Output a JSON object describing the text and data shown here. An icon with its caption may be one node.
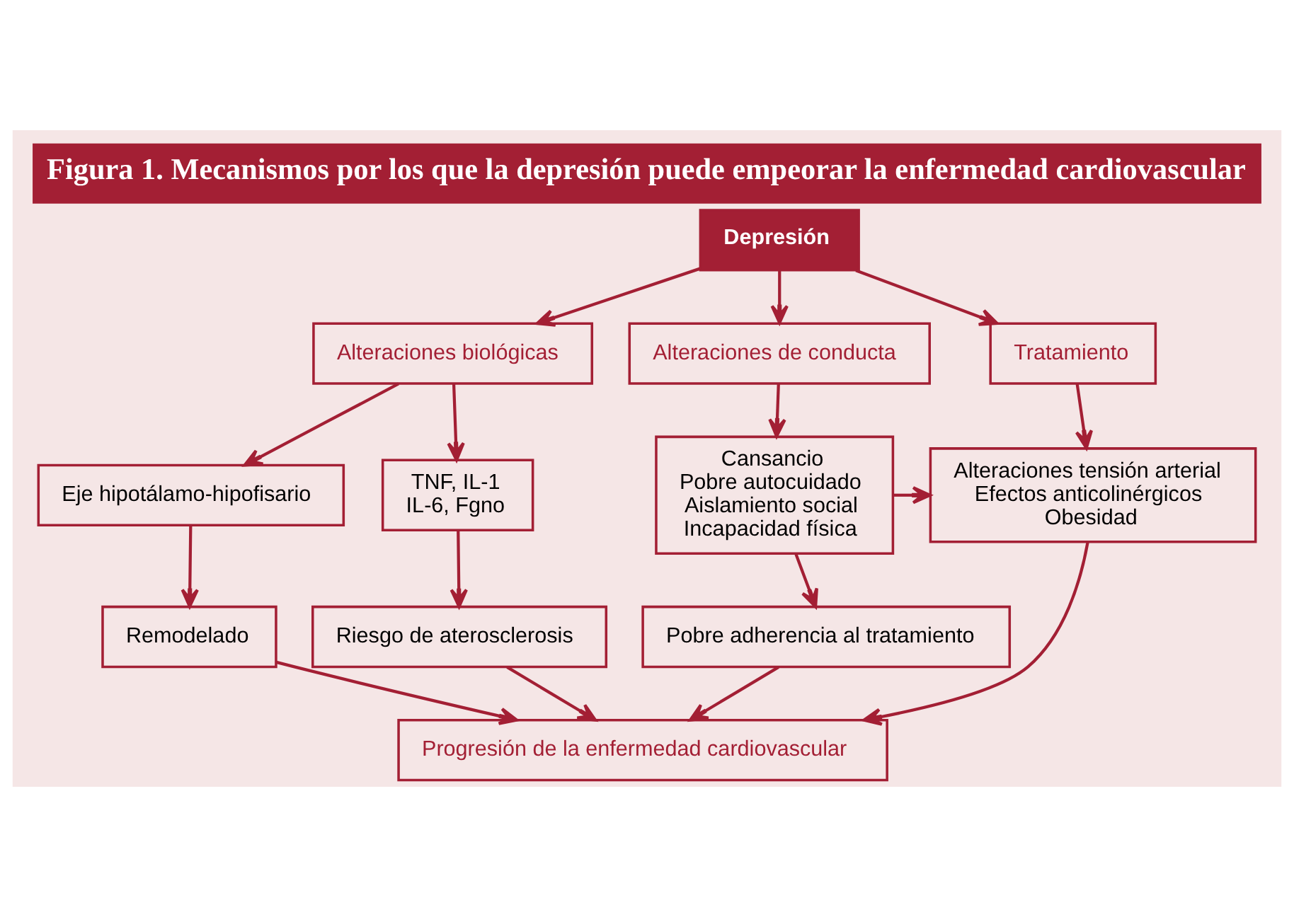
{
  "diagram": {
    "title": "Figura 1. Mecanismos por los que la depresión puede empeorar la enfermedad cardiovascular",
    "nodes": [
      {
        "text": [
          "Depresión"
        ]
      },
      {
        "text": [
          "Alteraciones biológicas"
        ]
      },
      {
        "text": [
          "Alteraciones de conducta"
        ]
      },
      {
        "text": [
          "Tratamiento"
        ]
      },
      {
        "text": [
          "Eje hipotálamo-hipofisario"
        ]
      },
      {
        "text": [
          "TNF, IL-1",
          "IL-6, Fgno"
        ]
      },
      {
        "text": [
          "Cansancio",
          "Pobre autocuidado",
          "Aislamiento social",
          "Incapacidad física"
        ]
      },
      {
        "text": [
          "Alteraciones tensión arterial",
          "Efectos anticolinérgicos",
          "Obesidad"
        ]
      },
      {
        "text": [
          "Remodelado"
        ]
      },
      {
        "text": [
          "Riesgo de aterosclerosis"
        ]
      },
      {
        "text": [
          "Pobre adherencia al tratamiento"
        ]
      },
      {
        "text": [
          "Progresión de la enfermedad cardiovascular"
        ]
      }
    ],
    "edges": [
      {
        "from": 0,
        "to": 1,
        "arrow": "to"
      },
      {
        "from": 0,
        "to": 2,
        "arrow": "to"
      },
      {
        "from": 0,
        "to": 3,
        "arrow": "to"
      },
      {
        "from": 1,
        "to": 4,
        "arrow": "to"
      },
      {
        "from": 1,
        "to": 5,
        "arrow": "to"
      },
      {
        "from": 2,
        "to": 6,
        "arrow": "to"
      },
      {
        "from": 3,
        "to": 7,
        "arrow": "to"
      },
      {
        "from": 4,
        "to": 8,
        "arrow": "to"
      },
      {
        "from": 5,
        "to": 9,
        "arrow": "to"
      },
      {
        "from": 6,
        "to": 10,
        "arrow": "to"
      },
      {
        "from": 6,
        "to": 7,
        "arrow": "to"
      },
      {
        "from": 8,
        "to": 11,
        "arrow": "to"
      },
      {
        "from": 9,
        "to": 11,
        "arrow": "to"
      },
      {
        "from": 10,
        "to": 11,
        "arrow": "to"
      },
      {
        "from": 7,
        "to": 11,
        "arrow": "to"
      }
    ]
  }
}
